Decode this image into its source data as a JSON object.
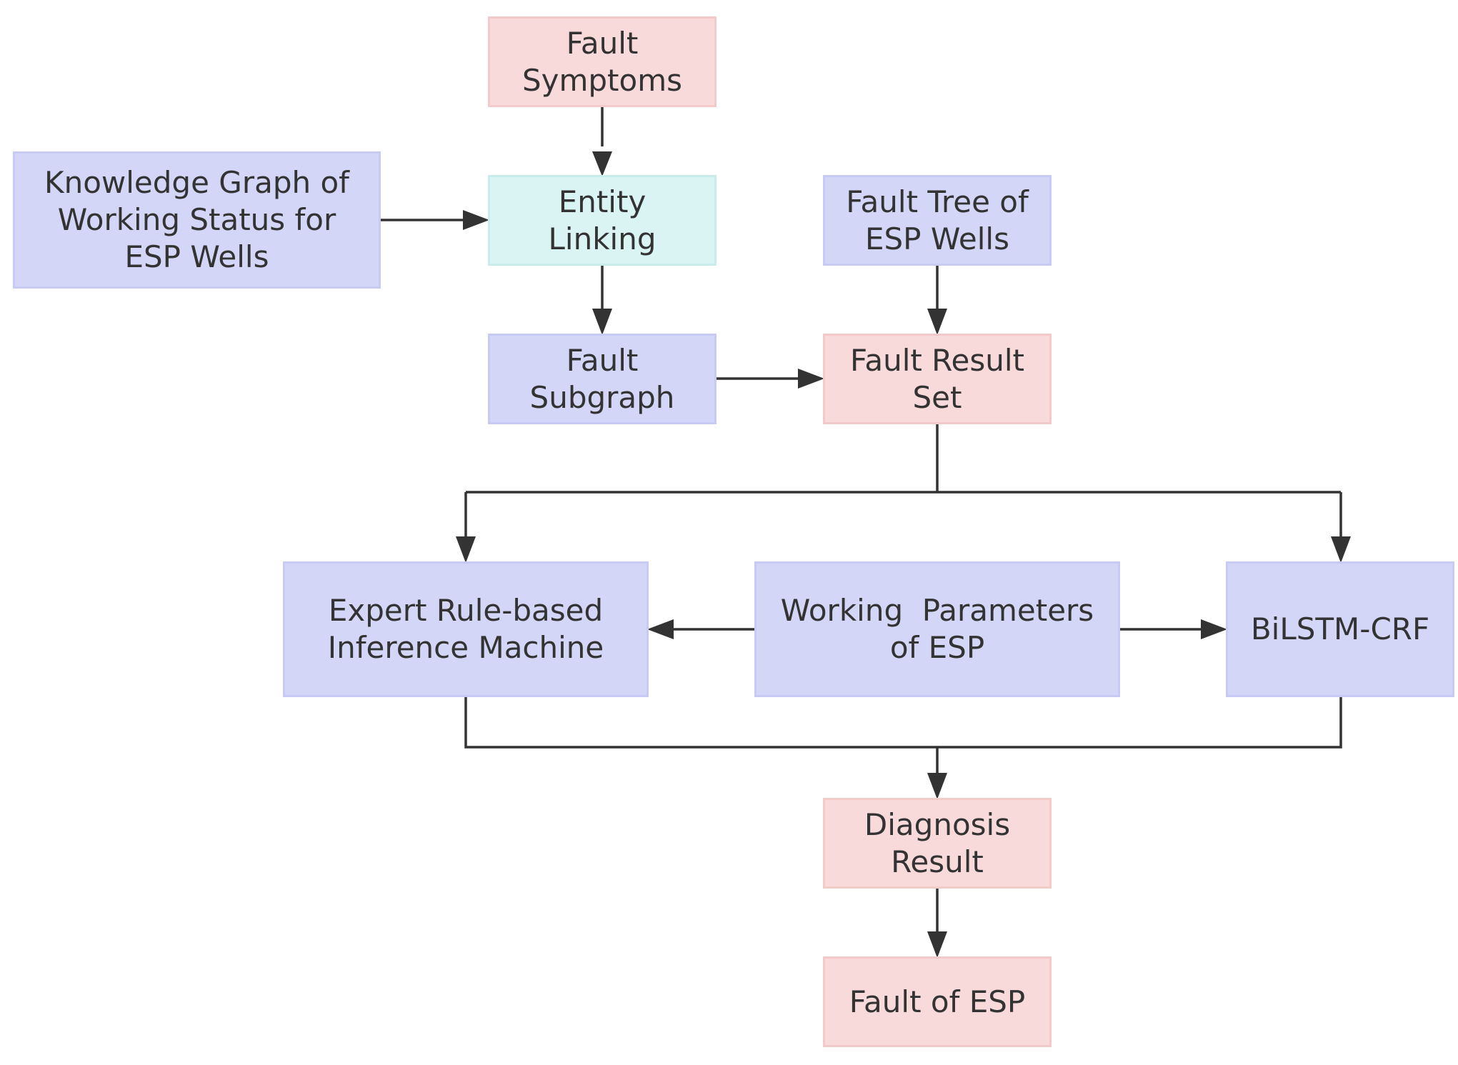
{
  "nodes": {
    "fault_symptoms": "Fault\nSymptoms",
    "knowledge_graph": "Knowledge Graph of\nWorking Status for\nESP Wells",
    "entity_linking": "Entity\nLinking",
    "fault_tree": "Fault Tree of\nESP Wells",
    "fault_subgraph": "Fault\nSubgraph",
    "fault_result_set": "Fault Result\nSet",
    "expert_rule": "Expert Rule-based\nInference Machine",
    "working_params": "Working  Parameters\nof ESP",
    "bilstm": "BiLSTM-CRF",
    "diagnosis_result": "Diagnosis\nResult",
    "fault_of_esp": "Fault of ESP"
  },
  "colors": {
    "blue_node": "#d3d6f7",
    "pink_node": "#f9dada",
    "cyan_node": "#d9f4f3",
    "text": "#333333",
    "connector": "#333333"
  },
  "edges": [
    {
      "from": "fault_symptoms",
      "to": "entity_linking"
    },
    {
      "from": "knowledge_graph",
      "to": "entity_linking"
    },
    {
      "from": "entity_linking",
      "to": "fault_subgraph"
    },
    {
      "from": "fault_tree",
      "to": "fault_result_set"
    },
    {
      "from": "fault_subgraph",
      "to": "fault_result_set"
    },
    {
      "from": "fault_result_set",
      "to": "expert_rule"
    },
    {
      "from": "fault_result_set",
      "to": "bilstm"
    },
    {
      "from": "working_params",
      "to": "expert_rule"
    },
    {
      "from": "working_params",
      "to": "bilstm"
    },
    {
      "from": "expert_rule",
      "to": "diagnosis_result"
    },
    {
      "from": "bilstm",
      "to": "diagnosis_result"
    },
    {
      "from": "diagnosis_result",
      "to": "fault_of_esp"
    }
  ]
}
